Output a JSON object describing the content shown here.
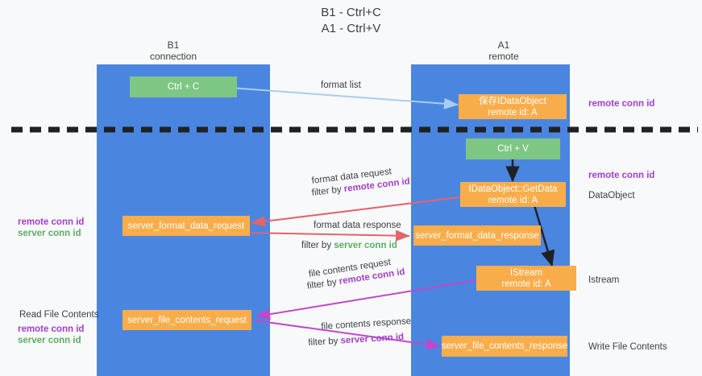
{
  "title": {
    "line1": "B1 - Ctrl+C",
    "line2": "A1 - Ctrl+V"
  },
  "columns": [
    {
      "id": "b1",
      "name": "B1",
      "role": "connection"
    },
    {
      "id": "a1",
      "name": "A1",
      "role": "remote"
    }
  ],
  "nodes": {
    "ctrl_c": "Ctrl + C",
    "ctrl_v": "Ctrl + V",
    "idataobject_l1": "保存IDataObject",
    "idataobject_l2": "remote id: A",
    "getdata_l1": "IDataObject::GetData",
    "getdata_l2": "remote id: A",
    "istream_l1": "IStream",
    "istream_l2": "remote id: A",
    "server_format_data_request": "server_format_data_request",
    "server_format_data_response": "server_format_data_response",
    "server_file_contents_request": "server_file_contents_request",
    "server_file_contents_response": "server_file_contents_response"
  },
  "edges": {
    "format_list": "format list",
    "format_data_request": "format data request",
    "format_data_request_filter_prefix": "filter by ",
    "format_data_request_filter_key": "remote conn id",
    "format_data_response": "format data response",
    "format_data_response_filter_prefix": "filter by ",
    "format_data_response_filter_key": "server conn id",
    "file_contents_request": "file contents request",
    "file_contents_request_filter_prefix": "filter by ",
    "file_contents_request_filter_key": "remote conn id",
    "file_contents_response": "file contents response",
    "file_contents_response_filter_prefix": "filter by ",
    "file_contents_response_filter_key": "server conn id"
  },
  "right_labels": {
    "remote_conn_id_top": "remote conn id",
    "remote_conn_id_mid": "remote conn id",
    "dataobject": "DataObject",
    "istream": "Istream",
    "write_file_contents": "Write File Contents"
  },
  "left_labels": {
    "remote_conn_id_mid": "remote conn id",
    "server_conn_id_mid": "server conn id",
    "read_file_contents": "Read File Contents",
    "remote_conn_id_bottom": "remote conn id",
    "server_conn_id_bottom": "server conn id"
  },
  "colors": {
    "lane": "#4a86e0",
    "green_node": "#7dc683",
    "orange_node": "#f9ad4a",
    "background": "#f8f9fa",
    "divider": "#202124",
    "arrow_format_list": "#a8cdf0",
    "arrow_format_data": "#e0656b",
    "arrow_file_contents": "#c347c9",
    "arrow_black": "#202124",
    "key_remote": "#a03fc8",
    "key_server": "#5cad62"
  }
}
